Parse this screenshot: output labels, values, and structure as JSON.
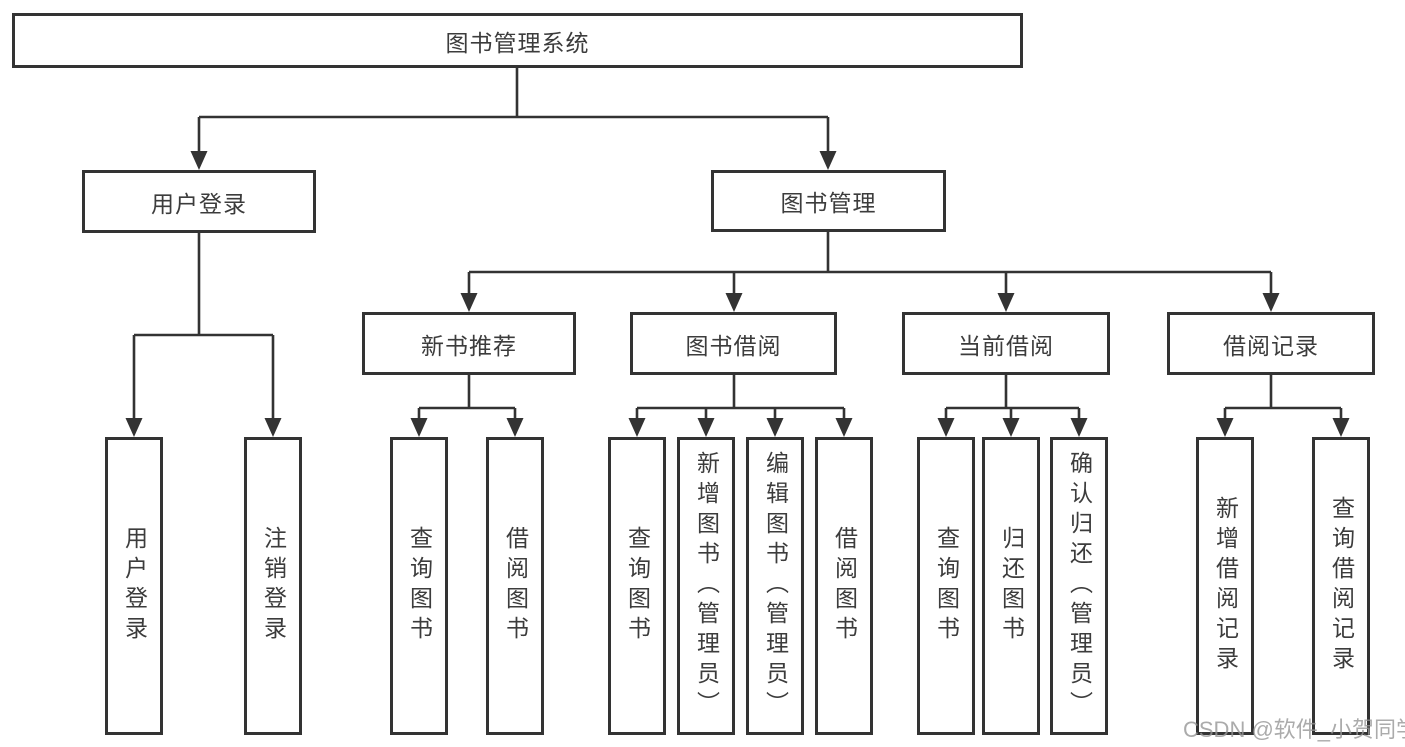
{
  "watermark": "CSDN @软件_小贺同学",
  "colors": {
    "line": "#333333",
    "text": "#3c3c3c",
    "background": "#ffffff",
    "watermark": "#969696"
  },
  "nodes": {
    "root": {
      "label": "图书管理系统"
    },
    "user_login": {
      "label": "用户登录"
    },
    "book_mgmt": {
      "label": "图书管理"
    },
    "new_book_rec": {
      "label": "新书推荐"
    },
    "book_borrow": {
      "label": "图书借阅"
    },
    "current_borrow": {
      "label": "当前借阅"
    },
    "borrow_record": {
      "label": "借阅记录"
    },
    "leaf_user_login": {
      "label": "用户登录"
    },
    "leaf_logout": {
      "label": "注销登录"
    },
    "leaf_query_book_1": {
      "label": "查询图书"
    },
    "leaf_borrow_book_1": {
      "label": "借阅图书"
    },
    "leaf_query_book_2": {
      "label": "查询图书"
    },
    "leaf_add_book": {
      "label": "新增图书（管理员）"
    },
    "leaf_edit_book": {
      "label": "编辑图书（管理员）"
    },
    "leaf_borrow_book_2": {
      "label": "借阅图书"
    },
    "leaf_query_book_3": {
      "label": "查询图书"
    },
    "leaf_return_book": {
      "label": "归还图书"
    },
    "leaf_confirm_return": {
      "label": "确认归还（管理员）"
    },
    "leaf_add_record": {
      "label": "新增借阅记录"
    },
    "leaf_query_record": {
      "label": "查询借阅记录"
    }
  },
  "hierarchy": {
    "图书管理系统": {
      "用户登录": [
        "用户登录",
        "注销登录"
      ],
      "图书管理": {
        "新书推荐": [
          "查询图书",
          "借阅图书"
        ],
        "图书借阅": [
          "查询图书",
          "新增图书（管理员）",
          "编辑图书（管理员）",
          "借阅图书"
        ],
        "当前借阅": [
          "查询图书",
          "归还图书",
          "确认归还（管理员）"
        ],
        "借阅记录": [
          "新增借阅记录",
          "查询借阅记录"
        ]
      }
    }
  }
}
